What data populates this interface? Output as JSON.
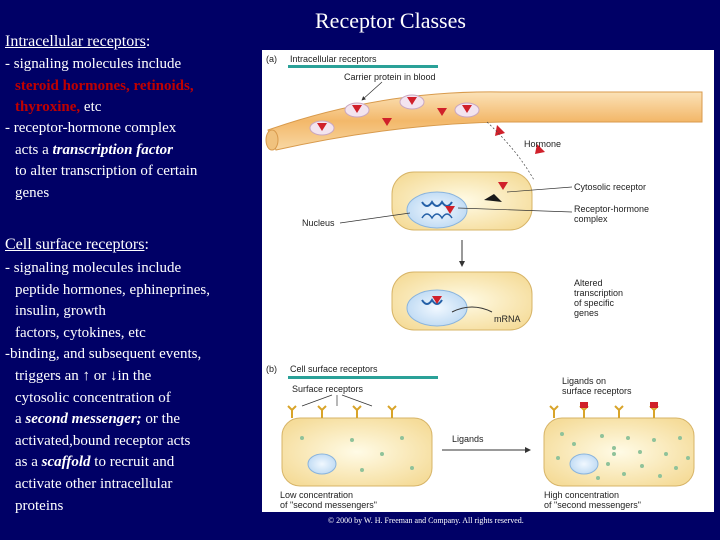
{
  "slide_title": "Receptor Classes",
  "intracellular": {
    "heading": "Intracellular receptors",
    "heading_colon": ":",
    "line1": "- signaling molecules include",
    "line2_red": "steroid hormones, retinoids,",
    "line3_red": "thyroxine,",
    "line3_rest": " etc",
    "line4": "- receptor-hormone complex",
    "line5_pre": "acts a ",
    "line5_em": "transcription factor",
    "line6": "to alter transcription of certain",
    "line7": "genes"
  },
  "cell_surface": {
    "heading": "Cell surface receptors",
    "heading_colon": ":",
    "line1": "- signaling molecules include",
    "line2": "peptide hormones, ephineprines,",
    "line3": "insulin, growth",
    "line4": "factors, cytokines, etc",
    "line5": "-binding, and subsequent events,",
    "line6_pre": "triggers an ",
    "up_arrow": "↑",
    "line6_mid": " or ",
    "down_arrow": "↓",
    "line6_post": "in the",
    "line7": "cytosolic concentration of",
    "line8_pre": "a ",
    "line8_em": "second messenger;",
    "line8_post": " or the",
    "line9": "activated,bound receptor acts",
    "line10_pre": "as a ",
    "line10_em": "scaffold",
    "line10_post": " to recruit and",
    "line11": "activate other intracellular",
    "line12": "proteins"
  },
  "figure": {
    "panel_a_letter": "(a)",
    "panel_a_title": "Intracellular receptors",
    "carrier_label": "Carrier protein in blood",
    "hormone_label": "Hormone",
    "cytosolic_label": "Cytosolic receptor",
    "complex_label_1": "Receptor-hormone",
    "complex_label_2": "complex",
    "nucleus_label": "Nucleus",
    "altered_1": "Altered",
    "altered_2": "transcription",
    "altered_3": "of specific",
    "altered_4": "genes",
    "mrna_label": "mRNA",
    "panel_b_letter": "(b)",
    "panel_b_title": "Cell surface receptors",
    "surface_label": "Surface receptors",
    "ligands_on_1": "Ligands on",
    "ligands_on_2": "surface receptors",
    "ligands_label": "Ligands",
    "low_1": "Low concentration",
    "low_2": "of \"second messengers\"",
    "high_1": "High concentration",
    "high_2": "of \"second messengers\""
  },
  "credit": "© 2000 by W. H. Freeman and Company. All rights reserved.",
  "colors": {
    "background": "#000066",
    "highlight_red": "#c00000",
    "title_bar_teal": "#2aa198",
    "vessel": "#f6c98a",
    "cell_fill": "#fbf2c8",
    "nucleus_fill": "#dfeefb",
    "hormone_red": "#d0202a"
  }
}
